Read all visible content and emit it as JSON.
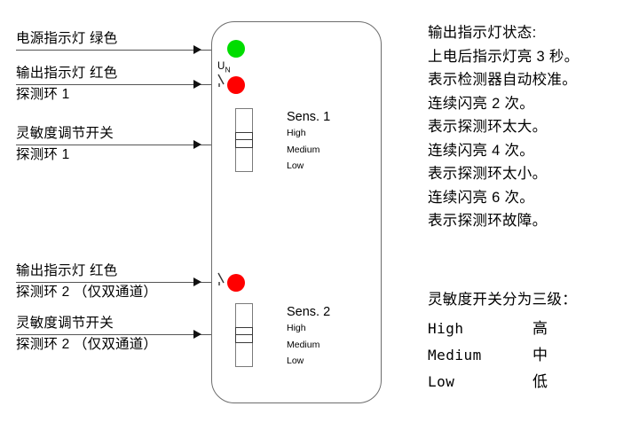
{
  "colors": {
    "power_led": "#00dd00",
    "output_led": "#ff0000",
    "panel_outline": "#6d6d6d",
    "leader_line": "#555555"
  },
  "callouts": [
    {
      "name": "power-indicator",
      "line1": "电源指示灯  绿色",
      "line2": ""
    },
    {
      "name": "output-indicator-loop1",
      "line1": "输出指示灯  红色",
      "line2": "探测环  1"
    },
    {
      "name": "sensitivity-switch-loop1",
      "line1": "灵敏度调节开关",
      "line2": "探测环  1"
    },
    {
      "name": "output-indicator-loop2",
      "line1": "输出指示灯  红色",
      "line2": "探测环  2  （仅双通道）"
    },
    {
      "name": "sensitivity-switch-loop2",
      "line1": "灵敏度调节开关",
      "line2": "探测环  2  （仅双通道）"
    }
  ],
  "panel": {
    "un_label_u": "U",
    "un_label_n": "N",
    "channels": [
      {
        "name": "channel-1",
        "sens_title": "Sens. 1",
        "options": [
          "High",
          "Medium",
          "Low"
        ],
        "selected": "Medium"
      },
      {
        "name": "channel-2",
        "sens_title": "Sens. 2",
        "options": [
          "High",
          "Medium",
          "Low"
        ],
        "selected": "Medium"
      }
    ]
  },
  "status_note": {
    "lines": [
      "输出指示灯状态:",
      "上电后指示灯亮 3 秒。",
      "表示检测器自动校准。",
      "连续闪亮 2 次。",
      "表示探测环太大。",
      "连续闪亮 4 次。",
      "表示探测环太小。",
      "连续闪亮 6 次。",
      "表示探测环故障。"
    ]
  },
  "legend": {
    "title": "灵敏度开关分为三级：",
    "rows": [
      {
        "en": "High",
        "cn": "高"
      },
      {
        "en": "Medium",
        "cn": "中"
      },
      {
        "en": "Low",
        "cn": "低"
      }
    ]
  }
}
